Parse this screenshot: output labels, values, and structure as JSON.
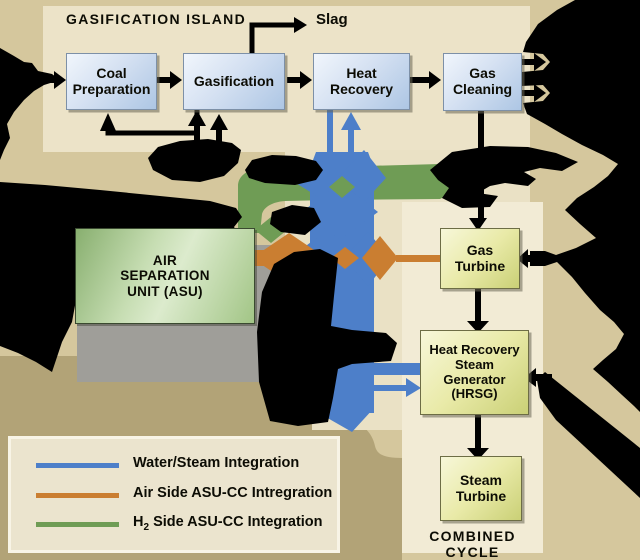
{
  "gasification_island": {
    "title": "GASIFICATION  ISLAND",
    "slag_label": "Slag",
    "boxes": {
      "coal_prep": "Coal\nPreparation",
      "gasification": "Gasification",
      "heat_recovery": "Heat\nRecovery",
      "gas_cleaning": "Gas\nCleaning"
    }
  },
  "asu": {
    "label": "AIR\nSEPARATION\nUNIT (ASU)"
  },
  "combined_cycle": {
    "title": "COMBINED  CYCLE",
    "boxes": {
      "gas_turbine": "Gas\nTurbine",
      "hrsg": "Heat Recovery\nSteam\nGenerator\n(HRSG)",
      "steam_turbine": "Steam\nTurbine"
    }
  },
  "legend": {
    "items": [
      {
        "color": "#4d7fc9",
        "label": "Water/Steam Integration"
      },
      {
        "color": "#ca7e31",
        "label": "Air Side ASU-CC Intregration"
      },
      {
        "color": "#6f9c55",
        "label_prefix": "H",
        "label_sub": "2",
        "label_rest": " Side ASU-CC Integration"
      }
    ]
  },
  "colors": {
    "background_tan": "#d5c79d",
    "background_dark_tan": "#b2a377",
    "panel_cream": "#ece3c8",
    "combined_cycle_panel": "#f2ebd5",
    "water_steam_blue": "#4d7fc9",
    "air_side_orange": "#ca7e31",
    "h2_side_green": "#6f9c55",
    "asu_shadow_gray": "#9f9e99",
    "flow_black": "#000000"
  }
}
